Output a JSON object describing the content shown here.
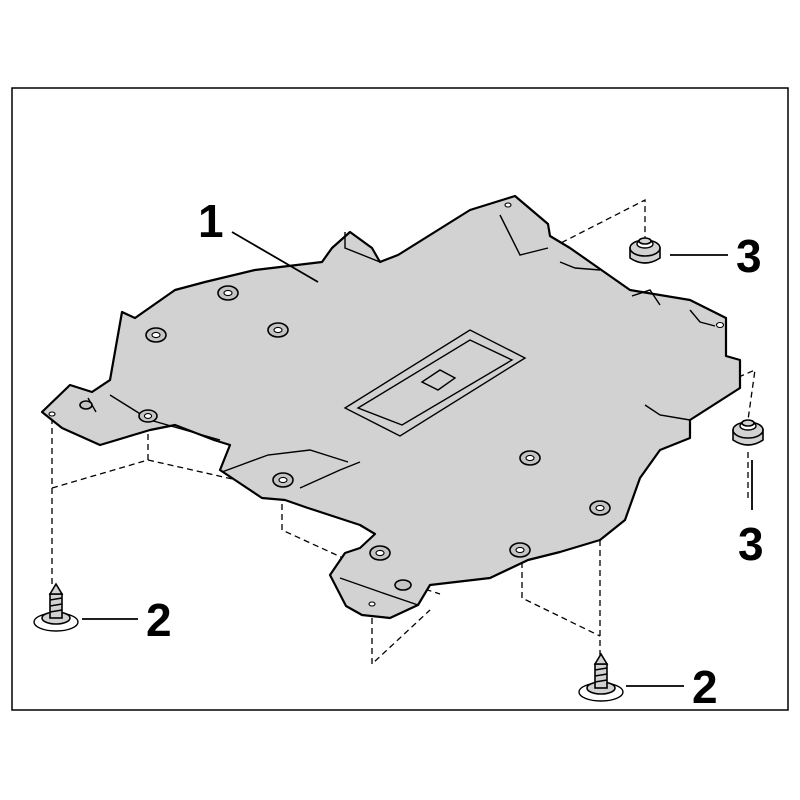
{
  "figure": {
    "frame_color": "#000000",
    "panel_fill": "#d2d2d2",
    "background": "#ffffff"
  },
  "callouts": {
    "panel": "1",
    "screw_left": "2",
    "screw_right": "2",
    "nut_top": "3",
    "nut_right": "3"
  },
  "parts": [
    {
      "callout": "1",
      "icon": "underbody-panel-icon"
    },
    {
      "callout": "2",
      "icon": "screw-icon"
    },
    {
      "callout": "3",
      "icon": "nut-icon"
    }
  ]
}
